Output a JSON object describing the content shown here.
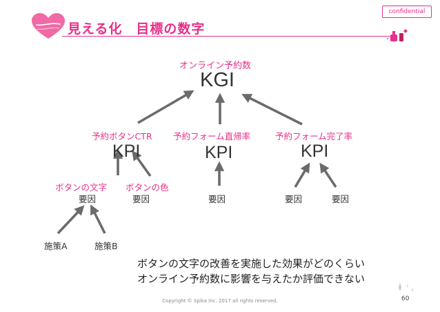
{
  "header": {
    "badge": "confidential",
    "title": "見える化　目標の数字"
  },
  "diagram": {
    "kgi_caption": "オンライン予約数",
    "kgi": "KGI",
    "kpis": [
      {
        "caption": "予約ボタンCTR",
        "label": "KPI"
      },
      {
        "caption": "予約フォーム直帰率",
        "label": "KPI"
      },
      {
        "caption": "予約フォーム完了率",
        "label": "KPI"
      }
    ],
    "factor_captions": [
      "ボタンの文字",
      "ボタンの色"
    ],
    "factor_label": "要因",
    "measures": [
      "施策A",
      "施策B"
    ],
    "note_lines": [
      "ボタンの文字の改善を実施した効果がどのくらい",
      "オンライン予約数に影響を与えたか評価できない"
    ]
  },
  "footer": {
    "copyright": "Copyright © Spika Inc. 2017 all rights reserved.",
    "page_number": "60"
  },
  "colors": {
    "accent": "#e8308a",
    "arrow": "#6b6b6b"
  }
}
